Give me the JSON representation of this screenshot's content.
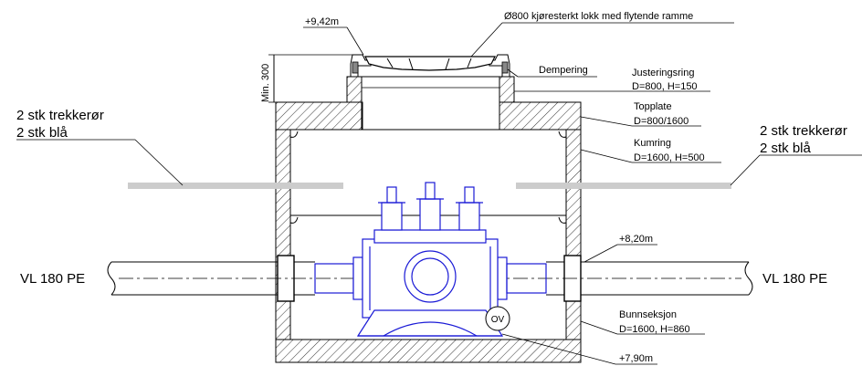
{
  "labels": {
    "elev_top": "+9,42m",
    "lid": "Ø800 kjøresterkt lokk med flytende ramme",
    "min_300": "Min. 300",
    "dempering": "Dempering",
    "justeringsring": "Justeringsring",
    "justeringsring_dim": "D=800, H=150",
    "topplate": "Topplate",
    "topplate_dim": "D=800/1600",
    "kumring": "Kumring",
    "kumring_dim": "D=1600, H=500",
    "trekkeror_left_1": "2 stk trekkerør",
    "trekkeror_left_2": "2 stk blå",
    "trekkeror_right_1": "2 stk trekkerør",
    "trekkeror_right_2": "2 stk blå",
    "elev_pipe": "+8,20m",
    "pipe_left": "VL 180 PE",
    "pipe_right": "VL 180 PE",
    "bunnseksjon": "Bunnseksjon",
    "bunnseksjon_dim": "D=1600, H=860",
    "ov": "OV",
    "elev_bottom": "+7,90m"
  },
  "colors": {
    "line": "#000000",
    "valve": "#1a1ad6",
    "conduit": "#cccccc"
  }
}
